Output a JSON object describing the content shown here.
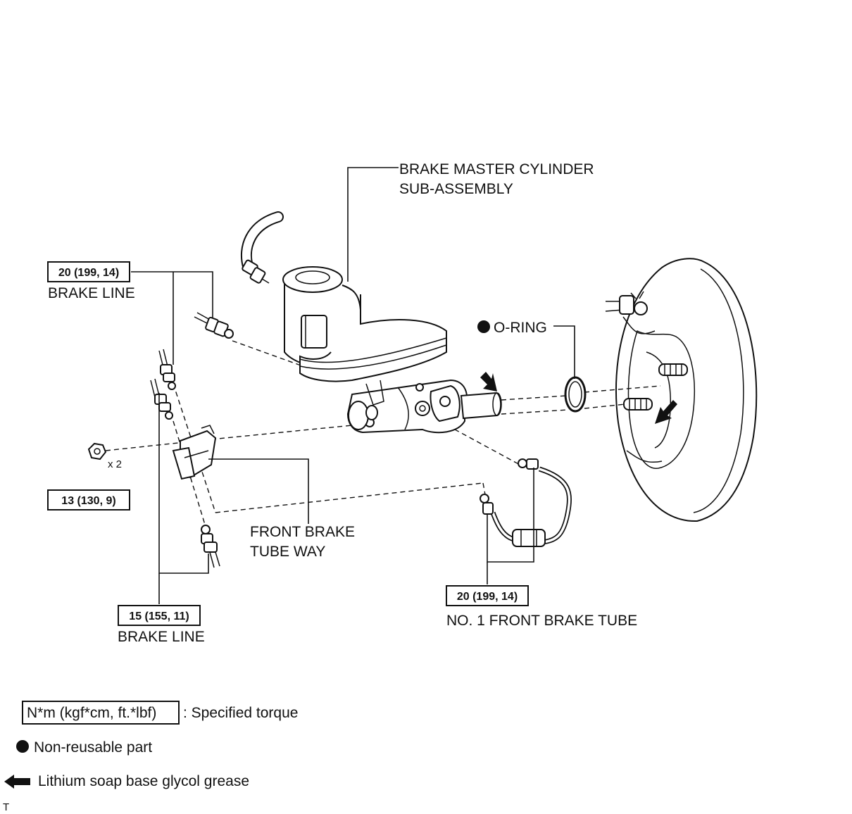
{
  "labels": {
    "master_cylinder_line1": "BRAKE MASTER CYLINDER",
    "master_cylinder_line2": "SUB-ASSEMBLY",
    "o_ring": "O-RING",
    "brake_line_upper": "BRAKE LINE",
    "brake_line_lower": "BRAKE LINE",
    "front_brake_tube_way_line1": "FRONT BRAKE",
    "front_brake_tube_way_line2": "TUBE WAY",
    "no1_front_brake_tube": "NO. 1 FRONT BRAKE TUBE",
    "nut_quantity": "x 2"
  },
  "torque_specs": {
    "brake_line_upper": "20 (199, 14)",
    "nut": "13 (130, 9)",
    "brake_line_lower": "15 (155, 11)",
    "no1_front_brake_tube": "20 (199, 14)"
  },
  "legend": {
    "torque_box": "N*m (kgf*cm, ft.*lbf)",
    "torque_desc": ": Specified torque",
    "non_reusable": "Non-reusable part",
    "grease": "Lithium soap base glycol grease"
  },
  "corner_mark": "T"
}
